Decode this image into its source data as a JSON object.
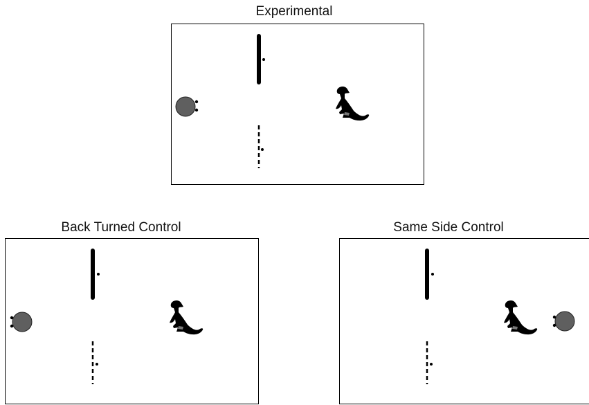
{
  "panels": [
    {
      "id": "experimental",
      "title": "Experimental",
      "person_position": "left",
      "person_facing": "toward-room"
    },
    {
      "id": "back-turned",
      "title": "Back Turned Control",
      "person_position": "left",
      "person_facing": "away-from-room"
    },
    {
      "id": "same-side",
      "title": "Same Side Control",
      "person_position": "right",
      "person_facing": "toward-room"
    }
  ],
  "colors": {
    "person_fill": "#5f5f5f",
    "dog_fill": "#000000",
    "barrier": "#000000"
  },
  "icons": {
    "person": "person-top-view-icon",
    "dog": "sitting-dog-icon",
    "solid_barrier": "solid-barrier",
    "dashed_barrier": "dashed-barrier",
    "food": "food-dot"
  }
}
